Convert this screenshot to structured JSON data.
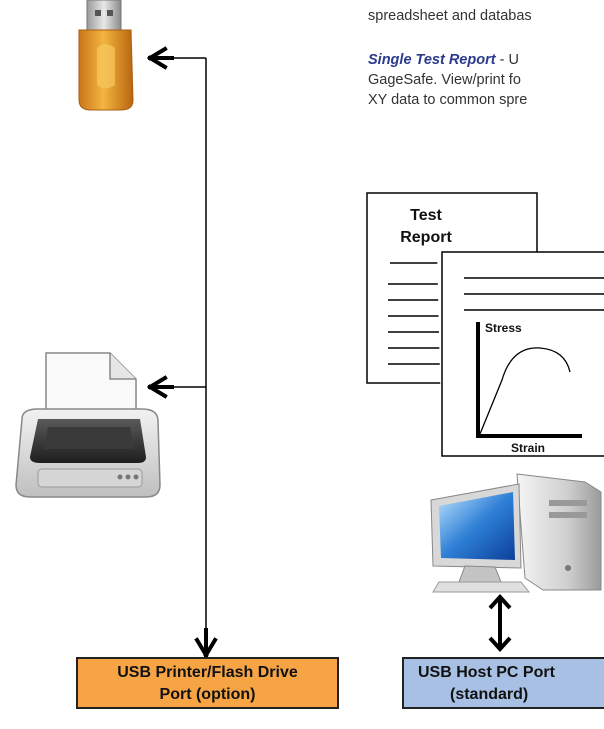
{
  "text": {
    "line_top": "spreadsheet and databas",
    "single_title": "Single Test Report",
    "single_rest": " - U",
    "line2": "GageSafe.  View/print fo",
    "line3": "XY data to common spre"
  },
  "report": {
    "title_line1": "Test",
    "title_line2": "Report",
    "y_label": "Stress",
    "x_label": "Strain"
  },
  "ports": {
    "left_line1": "USB Printer/Flash  Drive",
    "left_line2": "Port  (option)",
    "right_line1": "USB Host PC Port",
    "right_line2": "(standard)"
  },
  "colors": {
    "left_port_bg": "#f6a444",
    "right_port_bg": "#a7c0e3",
    "title_accent": "#2b3a8c"
  }
}
